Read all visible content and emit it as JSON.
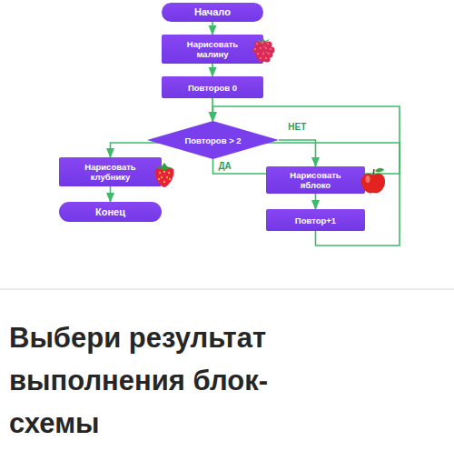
{
  "diagram": {
    "title": "Выбери результат выполнения блок-схемы",
    "nodes": [
      {
        "text": [
          "Начало"
        ]
      },
      {
        "text": [
          "Нарисовать малину"
        ]
      },
      {
        "text": [
          "Повторов 0"
        ]
      },
      {
        "text": [
          "Повторов > 2"
        ]
      },
      {
        "text": [
          "Нарисовать клубнику"
        ]
      },
      {
        "text": [
          "Конец"
        ]
      },
      {
        "text": [
          "Нарисовать яблоко"
        ]
      },
      {
        "text": [
          "Повтор+1"
        ]
      }
    ],
    "edges": [
      {
        "from": 0,
        "to": 1,
        "arrow": "to"
      },
      {
        "from": 1,
        "to": 2,
        "arrow": "to"
      },
      {
        "from": 2,
        "to": 3,
        "arrow": "to"
      },
      {
        "from": 3,
        "to": 4,
        "label": "ДА",
        "arrow": "to"
      },
      {
        "from": 4,
        "to": 5,
        "arrow": "to"
      },
      {
        "from": 3,
        "to": 6,
        "label": "НЕТ",
        "arrow": "to"
      },
      {
        "from": 6,
        "to": 7,
        "arrow": "to"
      },
      {
        "from": 7,
        "to": 3,
        "arrow": "to"
      }
    ]
  }
}
